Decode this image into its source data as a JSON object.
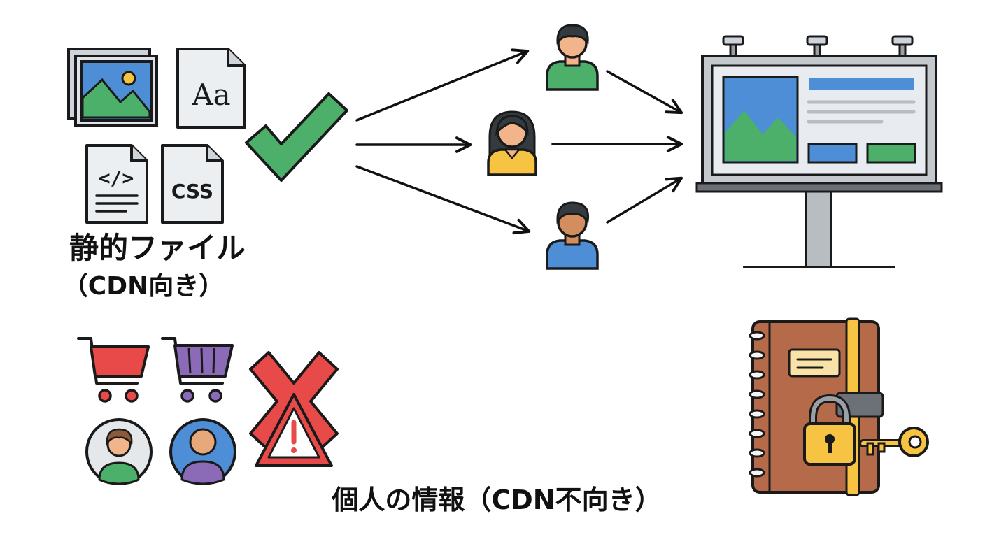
{
  "labels": {
    "static_title": "静的ファイル",
    "static_subtitle": "（CDN向き）",
    "personal_title": "個人の情報（CDN不向き）"
  },
  "icons": {
    "static_files": [
      "image-file-icon",
      "font-file-icon",
      "code-file-icon",
      "css-file-icon"
    ],
    "file_glyphs": {
      "font": "Aa",
      "code": "</>",
      "css": "CSS"
    },
    "status_good": "check-mark-icon",
    "status_bad": "cross-mark-icon",
    "users": [
      "user-green-icon",
      "user-yellow-icon",
      "user-blue-icon"
    ],
    "destination": "billboard-icon",
    "personal_data": [
      "cart-red-icon",
      "cart-purple-icon",
      "avatar-brown-icon",
      "avatar-purple-icon",
      "warning-icon"
    ],
    "private_store": "locked-notebook-icon"
  },
  "colors": {
    "green": "#4caf6a",
    "red": "#e84a4a",
    "blue": "#4d8ed6",
    "yellow": "#f6c343",
    "purple": "#8b6bb8",
    "brown": "#b56a4a",
    "outline": "#1a1a1a"
  }
}
